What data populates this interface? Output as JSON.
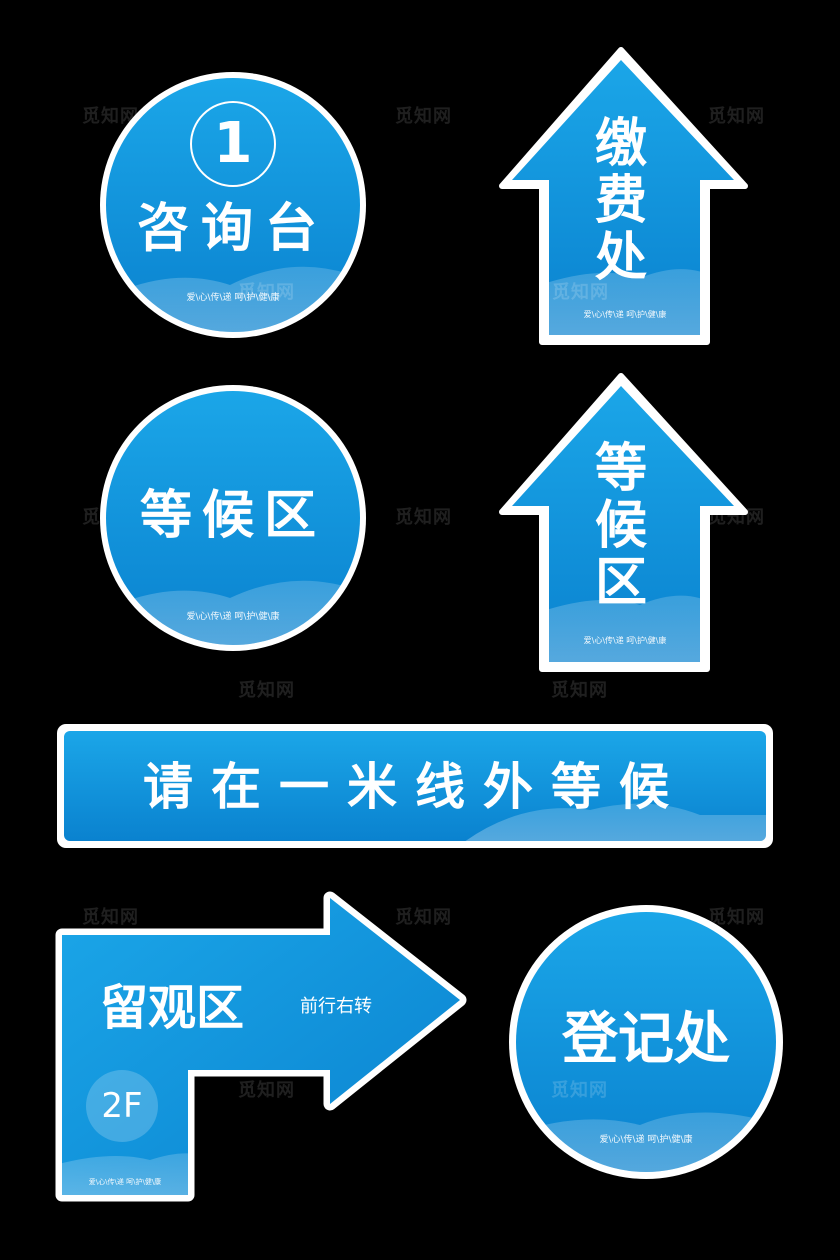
{
  "colors": {
    "background": "#000000",
    "sign_blue_top": "#1aa3e6",
    "sign_blue_bottom": "#0a84d0",
    "border": "#ffffff",
    "text": "#ffffff"
  },
  "watermark": "觅知网",
  "slogan": "爱\\心\\传\\递 呵\\护\\健\\康",
  "signs": {
    "consult": {
      "number": "1",
      "title": "咨询台"
    },
    "payment": {
      "chars": [
        "缴",
        "费",
        "处"
      ]
    },
    "waiting_circle": {
      "title": "等候区"
    },
    "waiting_arrow": {
      "chars": [
        "等",
        "候",
        "区"
      ]
    },
    "banner": {
      "text": "请在一米线外等候"
    },
    "viewing": {
      "title": "留观区",
      "direction": "前行右转",
      "floor": "2F"
    },
    "register": {
      "title": "登记处"
    }
  }
}
